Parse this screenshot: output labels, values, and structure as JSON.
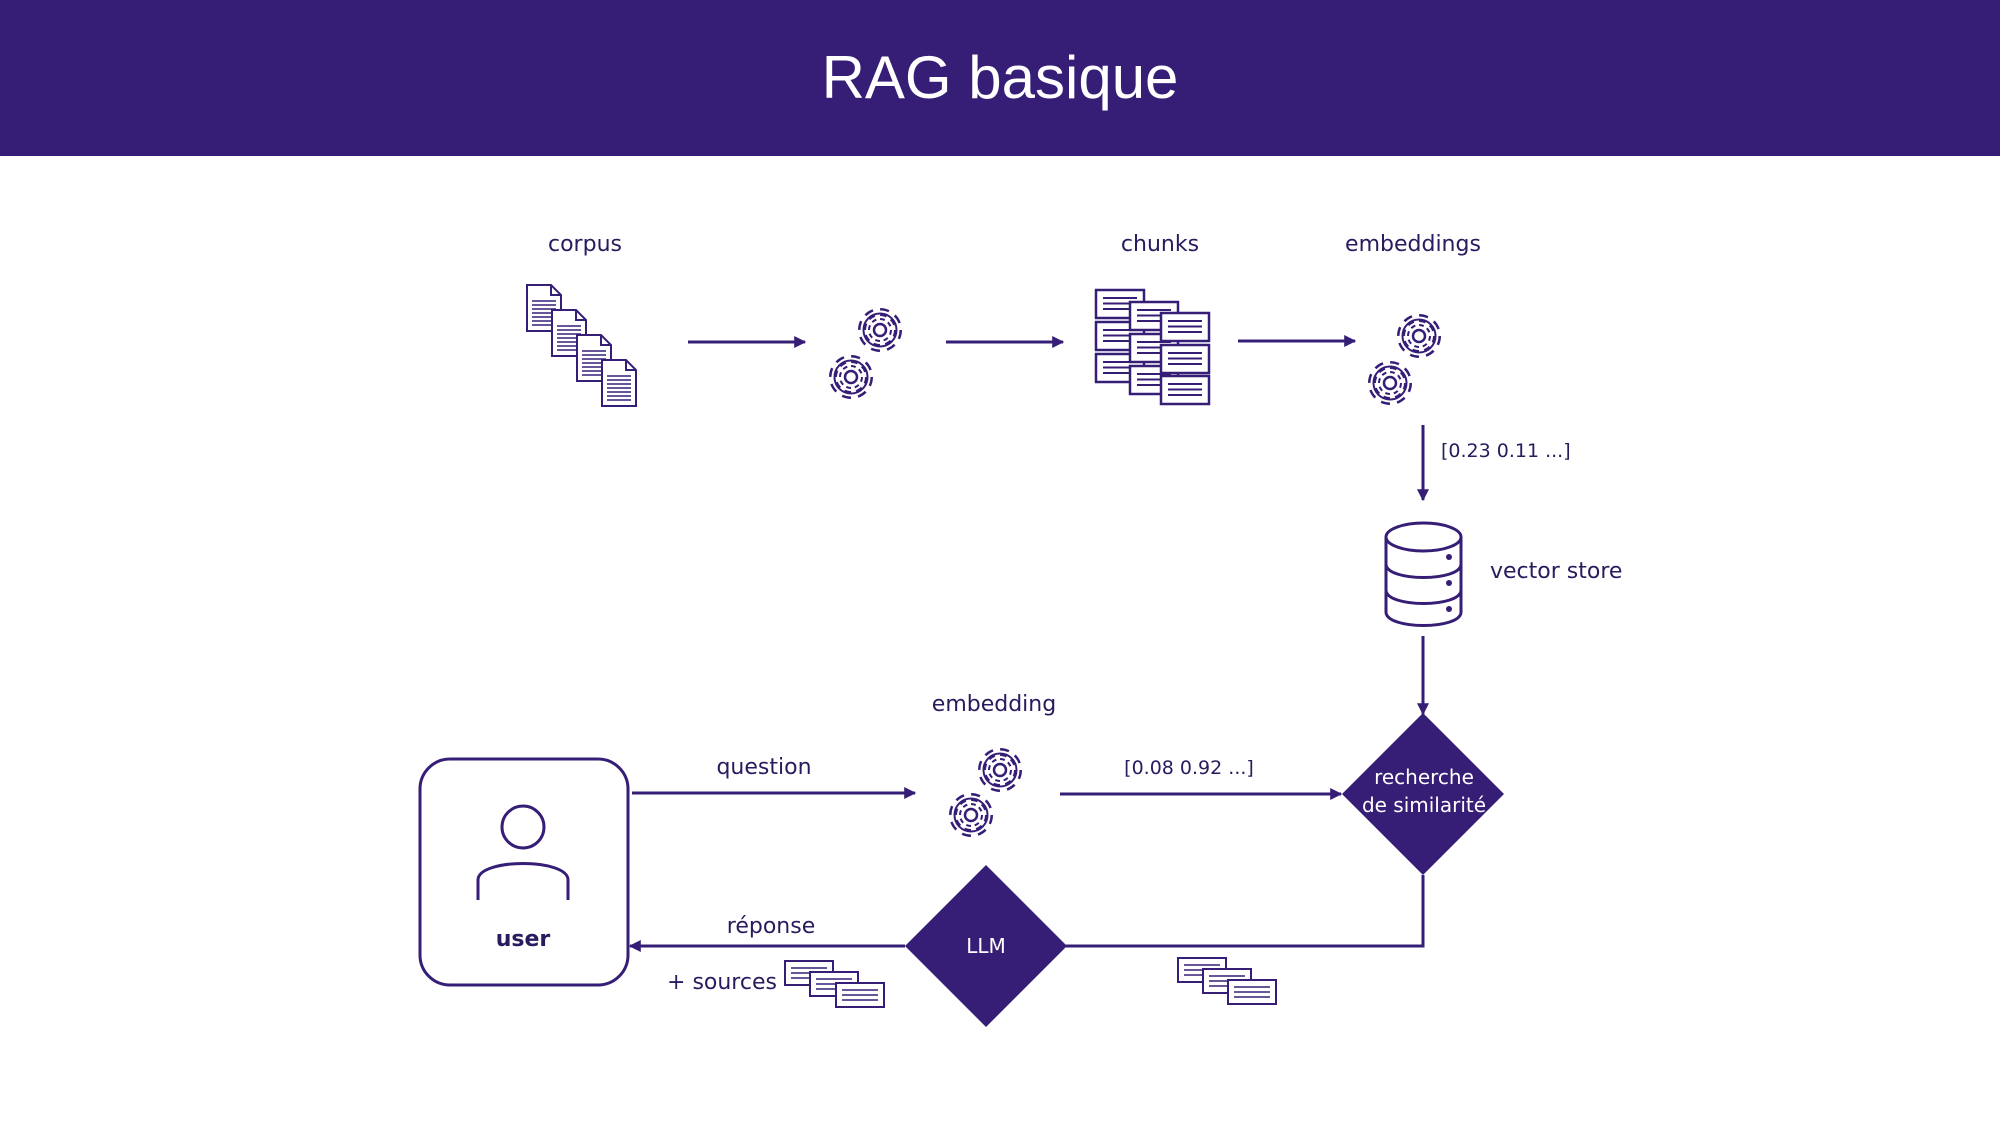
{
  "title": "RAG basique",
  "colors": {
    "accent": "#361e77",
    "ink": "#2a1a5e",
    "background": "#ffffff"
  },
  "labels": {
    "corpus": "corpus",
    "chunks": "chunks",
    "embeddings": "embeddings",
    "vector_top": "[0.23  0.11 ...]",
    "vector_store": "vector store",
    "embedding": "embedding",
    "question": "question",
    "vector_query": "[0.08  0.92 ...]",
    "similarity_line1": "recherche",
    "similarity_line2": "de similarité",
    "llm": "LLM",
    "answer": "réponse",
    "sources": "+ sources",
    "user": "user"
  },
  "icons": [
    "documents-icon",
    "gears-icon",
    "chunks-icon",
    "database-icon",
    "user-icon"
  ]
}
